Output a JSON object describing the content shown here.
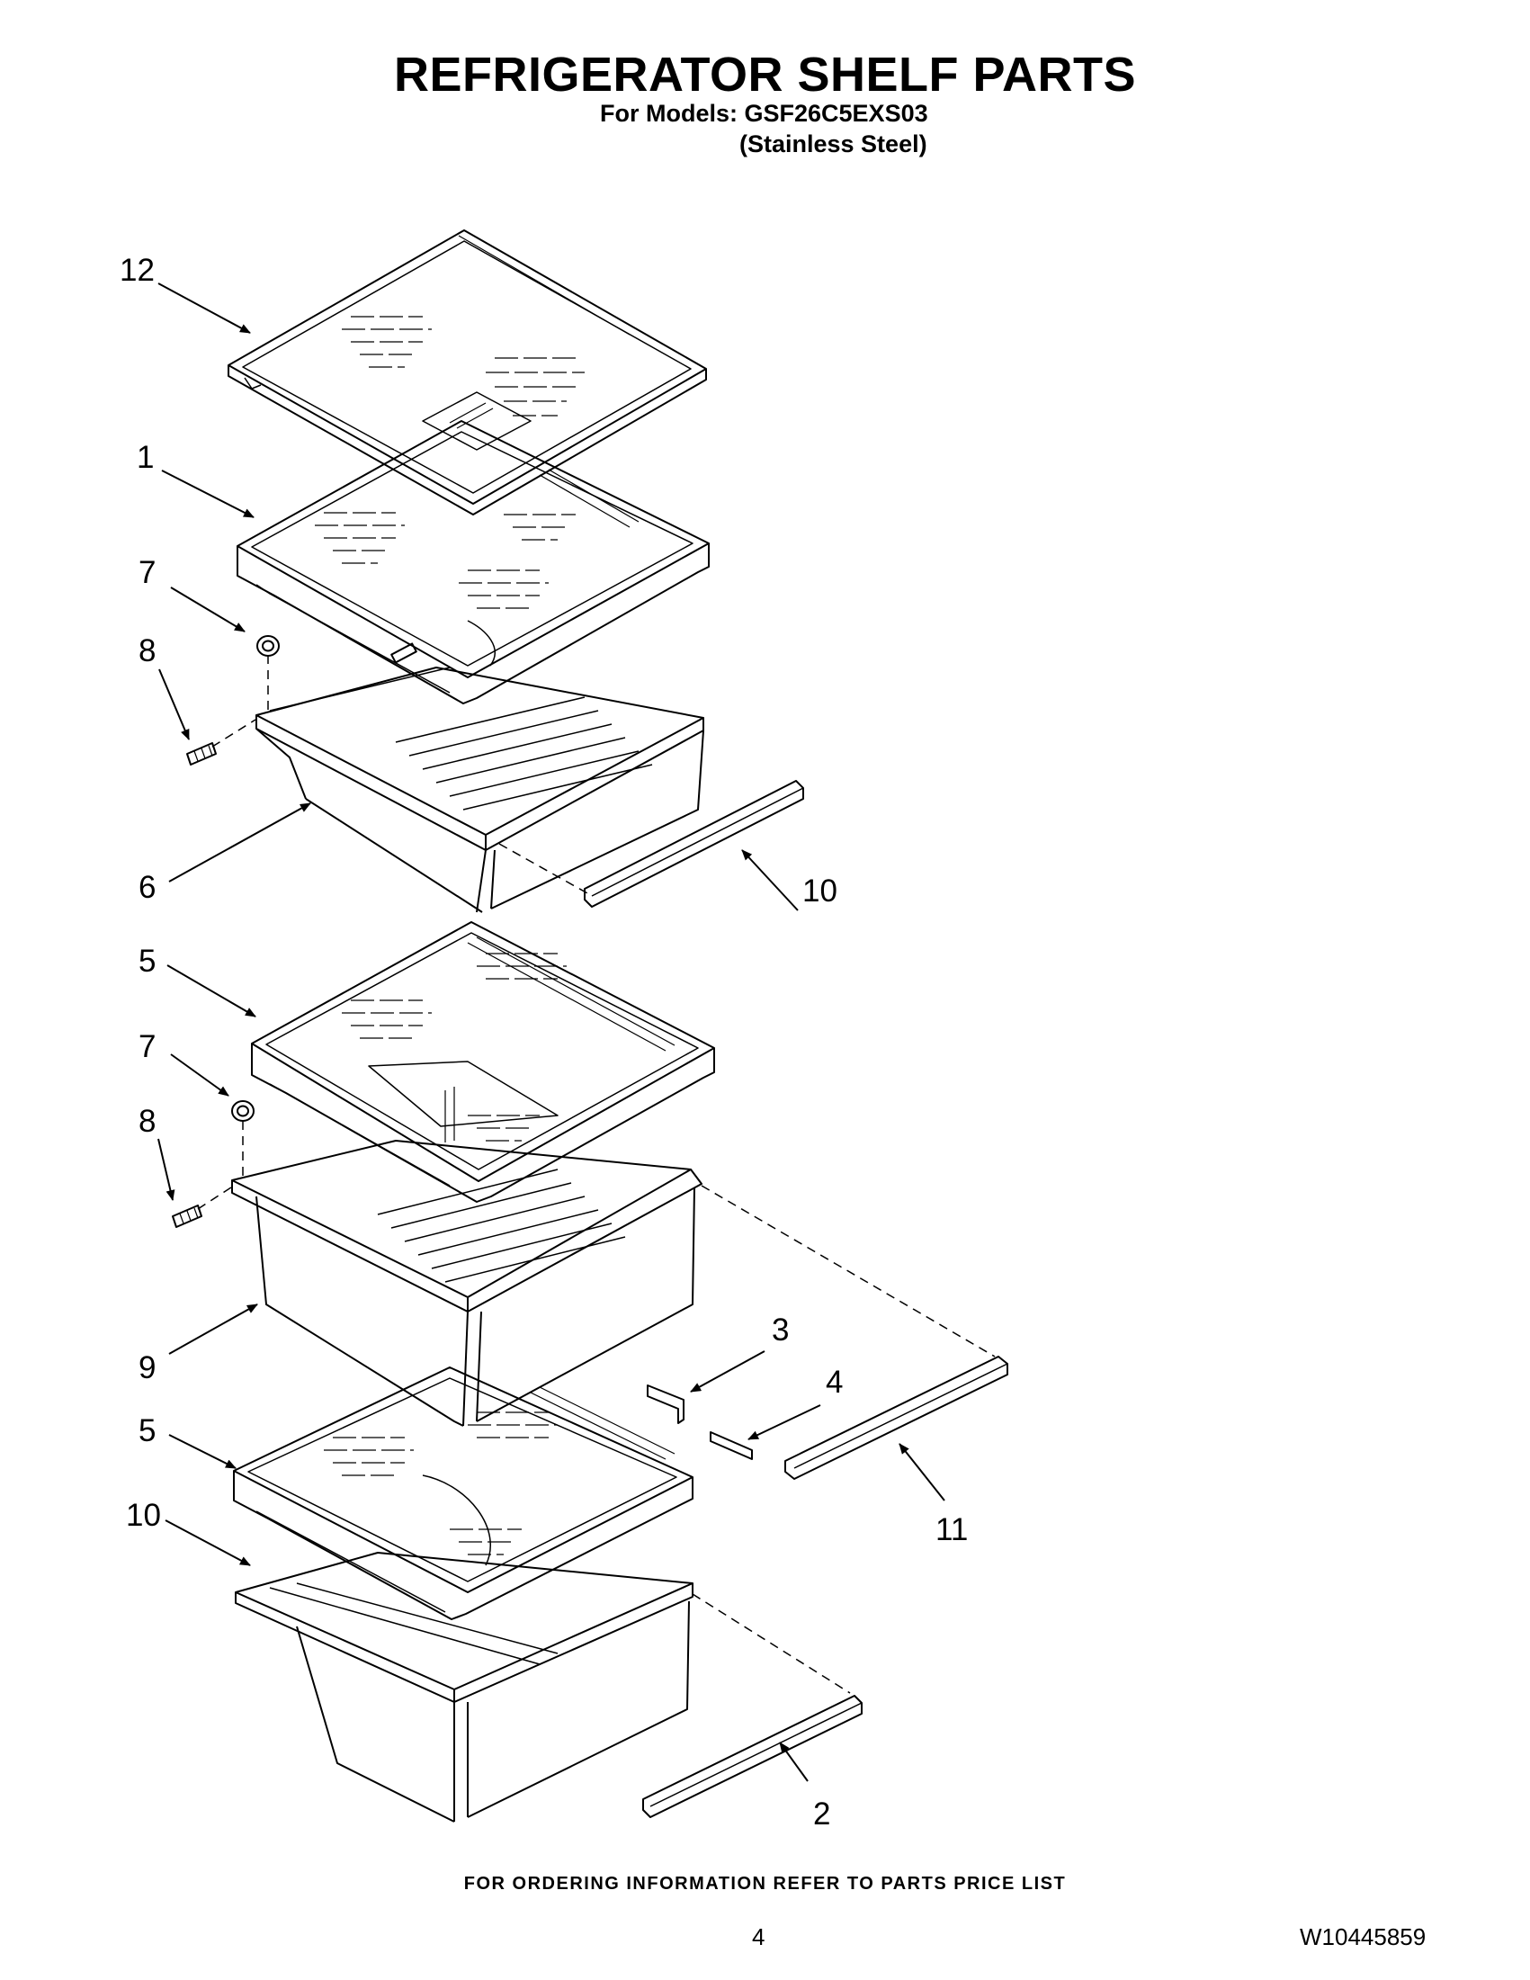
{
  "header": {
    "title": "REFRIGERATOR SHELF PARTS",
    "models": "For Models: GSF26C5EXS03",
    "variant": "(Stainless Steel)"
  },
  "callouts": [
    {
      "id": "c12",
      "label": "12"
    },
    {
      "id": "c1",
      "label": "1"
    },
    {
      "id": "c7a",
      "label": "7"
    },
    {
      "id": "c8a",
      "label": "8"
    },
    {
      "id": "c6",
      "label": "6"
    },
    {
      "id": "c10a",
      "label": "10"
    },
    {
      "id": "c5a",
      "label": "5"
    },
    {
      "id": "c7b",
      "label": "7"
    },
    {
      "id": "c8b",
      "label": "8"
    },
    {
      "id": "c9",
      "label": "9"
    },
    {
      "id": "c3",
      "label": "3"
    },
    {
      "id": "c4",
      "label": "4"
    },
    {
      "id": "c5b",
      "label": "5"
    },
    {
      "id": "c11",
      "label": "11"
    },
    {
      "id": "c10b",
      "label": "10"
    },
    {
      "id": "c2",
      "label": "2"
    }
  ],
  "footer": {
    "note": "FOR ORDERING INFORMATION REFER TO PARTS PRICE LIST",
    "page": "4",
    "doc_number": "W10445859"
  }
}
